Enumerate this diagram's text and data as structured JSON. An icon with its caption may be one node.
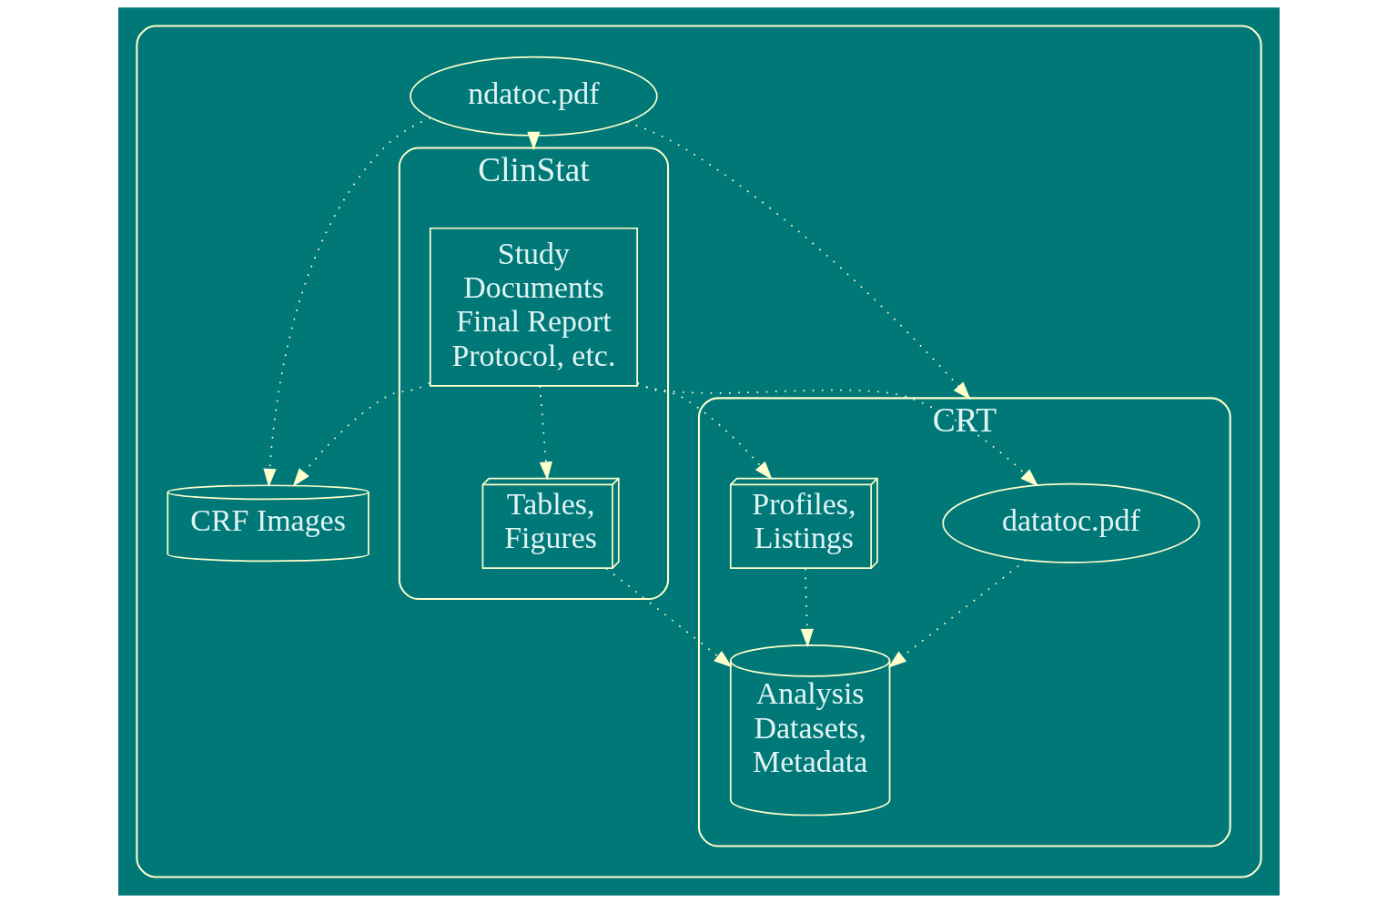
{
  "diagram": {
    "nodes": [
      {
        "text": [],
        "shape": "cylinder"
      },
      {
        "text": [
          "ndatoc.pdf"
        ],
        "in": 0
      },
      {
        "text": [
          "CRF Images"
        ],
        "in": 0
      },
      {
        "text": [
          "ClinStat"
        ],
        "in": 0
      },
      {
        "text": [
          "Study Documents Final Report Protocol, etc."
        ],
        "in": 3
      },
      {
        "text": [
          "Tables, Figures"
        ],
        "in": 3
      },
      {
        "text": [
          "CRT"
        ],
        "in": 0
      },
      {
        "text": [
          "datatoc.pdf"
        ],
        "in": 6
      },
      {
        "text": [
          "Profiles, Listings"
        ],
        "in": 6
      },
      {
        "text": [
          "Analysis Datasets, Metadata"
        ],
        "in": 6
      }
    ],
    "edges": [
      {
        "from": 1,
        "to": 2,
        "arrow": "to"
      },
      {
        "from": 1,
        "to": 3,
        "arrow": "to"
      },
      {
        "from": 1,
        "to": 6,
        "arrow": "to"
      },
      {
        "from": 4,
        "to": 2,
        "arrow": "to"
      },
      {
        "from": 4,
        "to": 7,
        "arrow": "to"
      },
      {
        "from": 4,
        "to": 8,
        "arrow": "to"
      },
      {
        "from": 4,
        "to": 5,
        "arrow": "to"
      },
      {
        "from": 7,
        "to": 9,
        "arrow": "to"
      },
      {
        "from": 8,
        "to": 9,
        "arrow": "to"
      },
      {
        "from": 5,
        "to": 9,
        "arrow": "to"
      }
    ]
  }
}
